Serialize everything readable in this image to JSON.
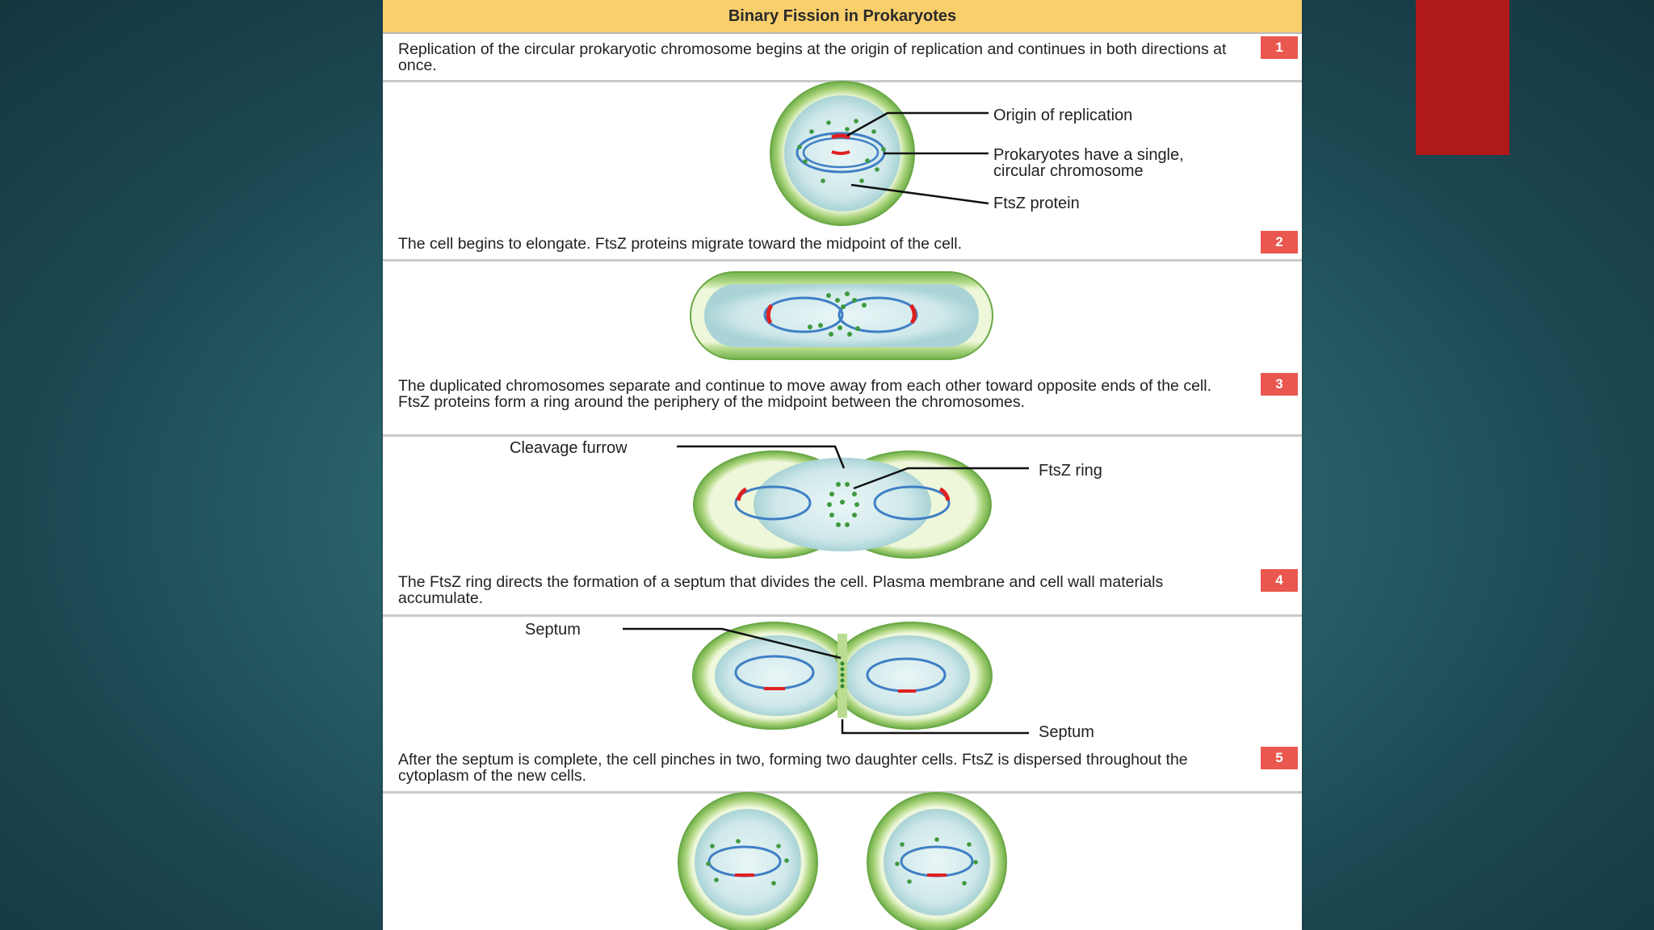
{
  "title": "Binary Fission in Prokaryotes",
  "steps": [
    {
      "number": "1",
      "text": "Replication of the circular prokaryotic chromosome begins at the origin of replication and continues in both directions at once."
    },
    {
      "number": "2",
      "text": "The cell begins to elongate. FtsZ proteins migrate toward the midpoint of the cell."
    },
    {
      "number": "3",
      "text": "The duplicated chromosomes separate and continue to move away from each other toward opposite ends of the cell. FtsZ proteins form a ring around the periphery of the midpoint between the chromosomes."
    },
    {
      "number": "4",
      "text": "The FtsZ ring directs the formation of a septum that divides the cell. Plasma membrane and cell wall materials accumulate."
    },
    {
      "number": "5",
      "text": "After the septum is complete, the cell pinches in two, forming two daughter cells. FtsZ is dispersed throughout the cytoplasm of the new cells."
    }
  ],
  "labels": {
    "origin": "Origin of replication",
    "chromosome_1": "Prokaryotes have a single,",
    "chromosome_2": "circular chromosome",
    "ftsz_protein": "FtsZ protein",
    "cleavage_furrow": "Cleavage furrow",
    "ftsz_ring": "FtsZ ring",
    "septum_top": "Septum",
    "septum_bottom": "Septum"
  },
  "colors": {
    "title_bar": "#f9cf6c",
    "badge": "#e9574f",
    "accent_block": "#b01919",
    "cell_wall": "#9ccb6f",
    "cytoplasm": "#d8ecef",
    "chromosome": "#3f7fc4",
    "origin_mark": "#e02020",
    "ftsz": "#3e9a3e"
  }
}
